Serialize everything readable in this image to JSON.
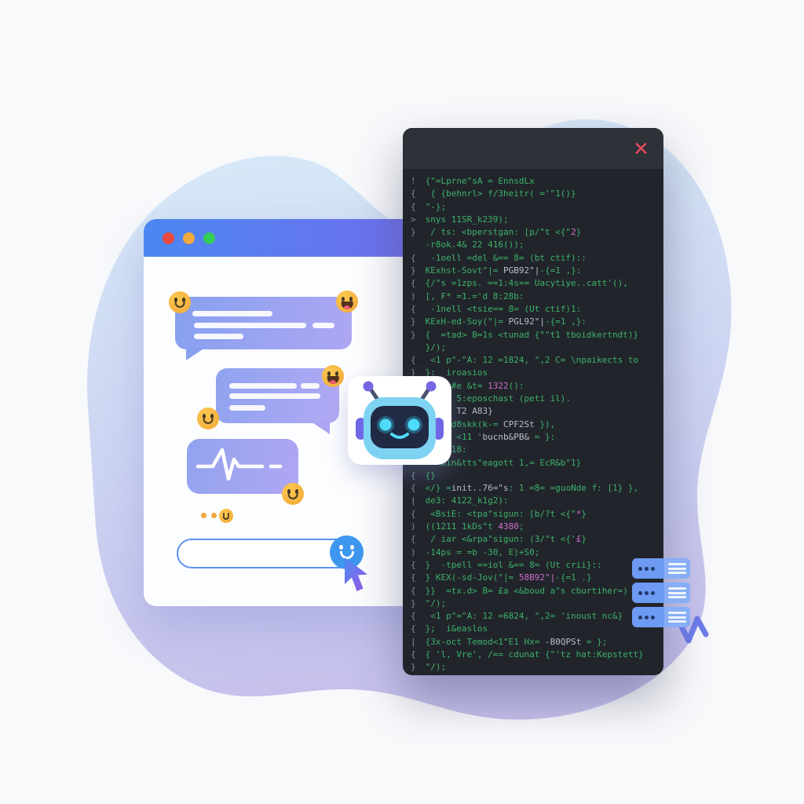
{
  "scene": {
    "type": "chatbot-and-code-illustration",
    "background_color": "#f8f9fb",
    "blob_colors": {
      "top": "#d8edf8",
      "middle": "#cfd9f3",
      "bottom": "#c5c0ec"
    }
  },
  "chat_window": {
    "traffic_lights": [
      {
        "name": "close",
        "color": "#e8493c"
      },
      {
        "name": "minimize",
        "color": "#f2a93b"
      },
      {
        "name": "zoom",
        "color": "#33cc59"
      }
    ],
    "header_gradient": {
      "from": "#4b87f1",
      "to": "#8a5de9"
    },
    "bubbles": [
      {
        "side": "left",
        "text_bars": 4,
        "reactions": [
          "smile",
          "laugh"
        ]
      },
      {
        "side": "right",
        "text_bars": 4,
        "reactions": [
          "laugh",
          "smile"
        ]
      },
      {
        "side": "left",
        "content": "ecg-waveform",
        "reactions": [
          "smile"
        ]
      }
    ],
    "typing_indicator": {
      "dots": 2,
      "emoji": "smile"
    },
    "input": {
      "value": "",
      "placeholder": ""
    },
    "send_button": {
      "icon": "smile-face",
      "color": "#3e97ef"
    }
  },
  "robot": {
    "icon": "robot-head",
    "shell_color": "#7ed2f2",
    "face_color": "#202a44",
    "eye_color": "#4fdcfa",
    "antenna_tip_color": "#7567e4"
  },
  "code_window": {
    "close_label": "✕",
    "close_color": "#e94b5f",
    "background": "#21252b",
    "titlebar_background": "#2d3138",
    "text_colors": {
      "g": "#818a99",
      "n": "#3db168",
      "p": "#cf6ccb",
      "w": "#b6bdc9"
    },
    "lines": [
      [
        [
          "!",
          "g"
        ],
        [
          " {\"=Lprne\"sA = EnnsdLx",
          "n"
        ]
      ],
      [
        [
          "{",
          "g"
        ],
        [
          "  { {behnrl> f/3heitr( ='\"1()}",
          "n"
        ]
      ],
      [
        [
          "{",
          "g"
        ],
        [
          " \"-};",
          "n"
        ]
      ],
      [
        [
          ">",
          "g"
        ],
        [
          " snys 11SR_k239);",
          "n"
        ]
      ],
      [
        [
          "}",
          "g"
        ],
        [
          "  / ts: <bperstgan: [p/\"t <{\"",
          "n"
        ],
        [
          "2",
          "p"
        ],
        [
          "}",
          "n"
        ]
      ],
      [
        [
          " ",
          "g"
        ],
        [
          " -r8ok.4& 22 416());",
          "n"
        ]
      ],
      [
        [
          "{",
          "g"
        ],
        [
          "  -1oell =del &== 8= (bt ctif)::",
          "n"
        ]
      ],
      [
        [
          "}",
          "g"
        ],
        [
          " KExhst-Sovt\"|= ",
          "n"
        ],
        [
          "PGB92\"|",
          "w"
        ],
        [
          "-{=1 ,}:",
          "n"
        ]
      ],
      [
        [
          "{",
          "g"
        ],
        [
          " {/\"s =1zps. ==1:4s== Uacytiye..catt'(),",
          "n"
        ]
      ],
      [
        [
          ")",
          "g"
        ],
        [
          " [, F* =1.='d 8:28b:",
          "n"
        ]
      ],
      [
        [
          "{",
          "g"
        ],
        [
          "  -1nell <tsie== 8= (Ut ctif)1:",
          "n"
        ]
      ],
      [
        [
          "}",
          "g"
        ],
        [
          " KExH-ed-Soy(\"|= ",
          "n"
        ],
        [
          "PGL92\"|",
          "w"
        ],
        [
          "-{=1 ,}:",
          "n"
        ]
      ],
      [
        [
          "}",
          "g"
        ],
        [
          " {  =tad> B=1s <tunad {\"\"t1 tboidkertndt)}",
          "n"
        ]
      ],
      [
        [
          " ",
          "g"
        ],
        [
          " }/);",
          "n"
        ]
      ],
      [
        [
          "{",
          "g"
        ],
        [
          "  <1 p\"-\"A: 12 =1824, \",2 C= \\npaikects to",
          "n"
        ]
      ],
      [
        [
          "}",
          "g"
        ],
        [
          " }:  iroasios",
          "n"
        ]
      ],
      [
        [
          "|",
          "g"
        ],
        [
          " [ggkg#e &t= ",
          "n"
        ],
        [
          "1322",
          "p"
        ],
        [
          "():",
          "n"
        ]
      ],
      [
        [
          " ",
          "g"
        ],
        [
          "    ts 5:eposchast (peti il).",
          "n"
        ]
      ],
      [
        [
          " ",
          "g"
        ],
        [
          "   =11 ",
          "n"
        ],
        [
          "T2 A83}",
          "w"
        ]
      ],
      [
        [
          " ",
          "g"
        ],
        [
          "   =sfd8skk(k-= ",
          "n"
        ],
        [
          "CPF2St",
          "w"
        ],
        [
          " }),",
          "n"
        ]
      ],
      [
        [
          " ",
          "g"
        ],
        [
          "  :: } <11 '",
          "n"
        ],
        [
          "bucnb&PB&",
          "w"
        ],
        [
          " = }:",
          "n"
        ]
      ],
      [
        [
          " ",
          "g"
        ],
        [
          "   ==£18:",
          "n"
        ]
      ],
      [
        [
          " ",
          "g"
        ],
        [
          "    Bin&tts\"eagott 1,= EcR&b\"1}",
          "n"
        ]
      ],
      [
        [
          "{",
          "g"
        ],
        [
          " {}",
          "n"
        ]
      ],
      [
        [
          "{",
          "g"
        ],
        [
          " </} =",
          "n"
        ],
        [
          "init..76=\"s",
          "w"
        ],
        [
          ": 1 =8= =guoNde f: [1} },",
          "n"
        ]
      ],
      [
        [
          "|",
          "g"
        ],
        [
          " de3: 4122_k1g2):",
          "n"
        ]
      ],
      [
        [
          "{",
          "g"
        ],
        [
          "  <BsiE: <tpa\"sigun: [b/?t <{\"",
          "n"
        ],
        [
          "*",
          "p"
        ],
        [
          "}",
          "n"
        ]
      ],
      [
        [
          ")",
          "g"
        ],
        [
          " ((1211 1kDs\"t ",
          "n"
        ],
        [
          "4380",
          "p"
        ],
        [
          ";",
          "n"
        ]
      ],
      [
        [
          "{",
          "g"
        ],
        [
          "  / iar <&rpa\"sigun: (3/\"t <{'",
          "n"
        ],
        [
          "£",
          "p"
        ],
        [
          "}",
          "n"
        ]
      ],
      [
        [
          ")",
          "g"
        ],
        [
          " -14ps = =b -30, E)+S0;",
          "n"
        ]
      ],
      [
        [
          "{",
          "g"
        ],
        [
          " }  -tpell ==iol &== 8= (Ut crii}::",
          "n"
        ]
      ],
      [
        [
          "{",
          "g"
        ],
        [
          " } KEX(-sd-Jov(\"|= ",
          "n"
        ],
        [
          "58B92\"|",
          "p"
        ],
        [
          "-{=1 .}",
          "n"
        ]
      ],
      [
        [
          "{",
          "g"
        ],
        [
          " }}  =tx.d> B= £a <&boud a\"s cburtiher=)",
          "n"
        ]
      ],
      [
        [
          "}",
          "g"
        ],
        [
          " \"/);",
          "n"
        ]
      ],
      [
        [
          "{",
          "g"
        ],
        [
          "  <1 p\"=\"A: 12 =6824, \",2= 'inoust nc&}",
          "n"
        ]
      ],
      [
        [
          "{",
          "g"
        ],
        [
          " };  i&easlos",
          "n"
        ]
      ],
      [
        [
          "|",
          "g"
        ],
        [
          " {3x-oct Temod<1\"E1 Hx= ",
          "n"
        ],
        [
          "-B0QPSt",
          "w"
        ],
        [
          " = };",
          "n"
        ]
      ],
      [
        [
          "{",
          "g"
        ],
        [
          " { 'l, Vre', /== cdunat {\"'tz hat:Kepstett}",
          "n"
        ]
      ],
      [
        [
          "}",
          "g"
        ],
        [
          " \"/);",
          "n"
        ]
      ]
    ]
  },
  "server_stack": {
    "rows": 3,
    "color": "#6d9af2",
    "panel_color": "#87aef6"
  },
  "squiggle": {
    "color": "#6d7ce9"
  },
  "cursor": {
    "gradient": [
      "#4a8df0",
      "#9a55e8"
    ]
  }
}
